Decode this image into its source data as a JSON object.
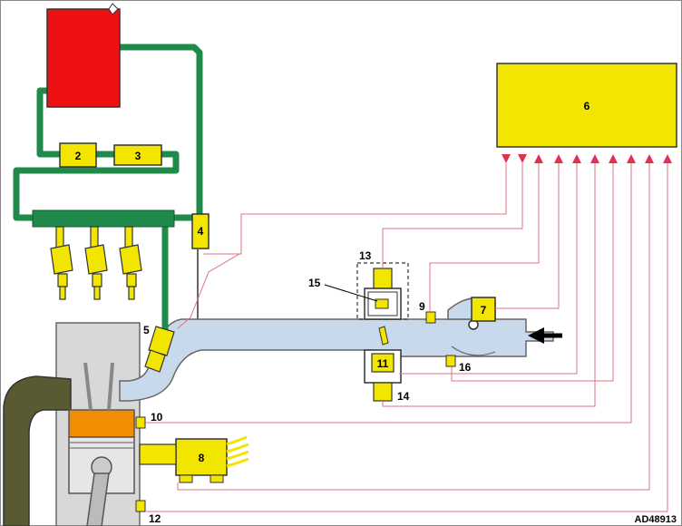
{
  "diagram": {
    "reference": "AD48913",
    "components": [
      {
        "id": "1",
        "label": ""
      },
      {
        "id": "2",
        "label": "2"
      },
      {
        "id": "3",
        "label": "3"
      },
      {
        "id": "4",
        "label": "4"
      },
      {
        "id": "5",
        "label": "5"
      },
      {
        "id": "6",
        "label": "6"
      },
      {
        "id": "7",
        "label": "7"
      },
      {
        "id": "8",
        "label": "8"
      },
      {
        "id": "9",
        "label": "9"
      },
      {
        "id": "10",
        "label": "10"
      },
      {
        "id": "11",
        "label": "11"
      },
      {
        "id": "12",
        "label": "12"
      },
      {
        "id": "13",
        "label": "13"
      },
      {
        "id": "14",
        "label": "14"
      },
      {
        "id": "15",
        "label": "15"
      },
      {
        "id": "16",
        "label": "16"
      }
    ],
    "colors": {
      "fuel_tank": "#ee1111",
      "fuel_line": "#1f8a4a",
      "component": "#f2e600",
      "air_duct": "#c9d9ec",
      "wiring": "#e07080",
      "engine_block": "#d8d8d8",
      "piston_crown": "#f28c00",
      "exhaust": "#5a5a32"
    }
  }
}
